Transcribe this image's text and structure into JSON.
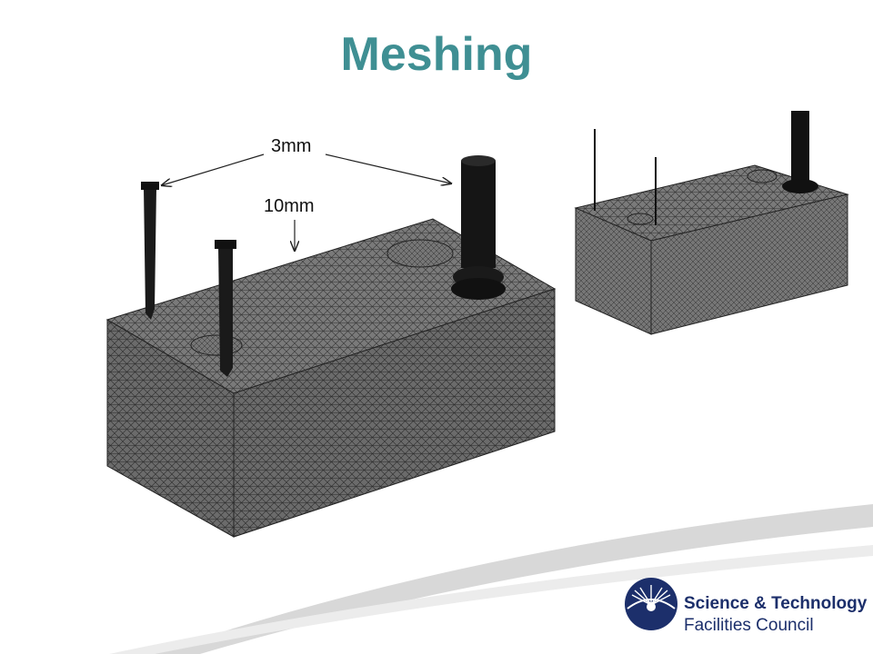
{
  "slide": {
    "title": "Meshing",
    "annotations": {
      "spacing_label": "3mm",
      "height_label": "10mm"
    },
    "logo": {
      "line1": "Science & Technology",
      "line2": "Facilities Council",
      "icon": "stfc-sunburst-logo",
      "color": "#1c2f6b"
    },
    "colors": {
      "title": "#3f8f93",
      "mesh_fill": "#6e6e6e",
      "swoosh": "#d9d9d9"
    }
  }
}
